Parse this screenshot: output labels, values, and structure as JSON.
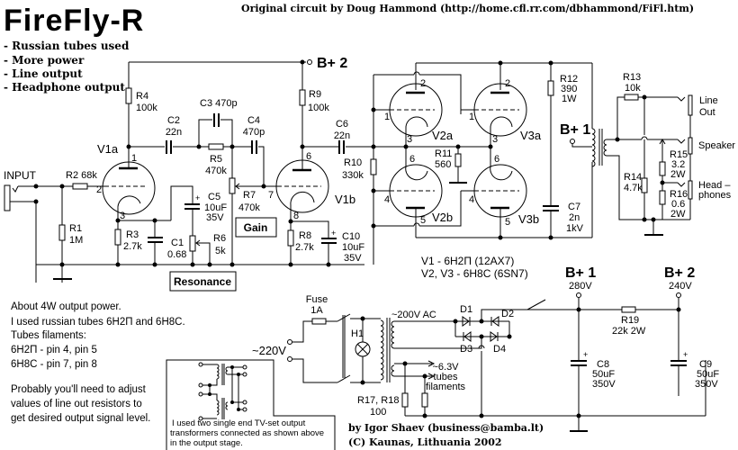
{
  "title": "FireFly-R",
  "original_credit": "Original circuit by Doug Hammond  (http://home.cfl.rr.com/dbhammond/FiFl.htm)",
  "features": [
    "- Russian tubes used",
    "- More power",
    "- Line output",
    "- Headphone output"
  ],
  "input_label": "INPUT",
  "tubes": {
    "v1a": "V1a",
    "v1b": "V1b",
    "v2a": "V2a",
    "v2b": "V2b",
    "v3a": "V3a",
    "v3b": "V3b"
  },
  "pins": {
    "v1a_plate": "1",
    "v1a_grid": "2",
    "v1a_cathode": "3",
    "v1b_plate": "6",
    "v1b_grid": "7",
    "v1b_cathode": "8",
    "v2a_plate": "2",
    "v2a_grid": "1",
    "v2a_cathode": "3",
    "v2b_cathode": "6",
    "v2b_grid": "4",
    "v2b_plate": "5",
    "v3a_plate": "2",
    "v3a_grid": "1",
    "v3a_cathode": "3",
    "v3b_cathode": "6",
    "v3b_grid": "4",
    "v3b_plate": "5"
  },
  "components": {
    "r1": [
      "R1",
      "1M"
    ],
    "r2": "R2 68k",
    "r3": [
      "R3",
      "2.7k"
    ],
    "r4": [
      "R4",
      "100k"
    ],
    "r5": [
      "R5",
      "470k"
    ],
    "r6": [
      "R6",
      "5k"
    ],
    "r7": [
      "R7",
      "470k"
    ],
    "r8": [
      "R8",
      "2.7k"
    ],
    "r9": [
      "R9",
      "100k"
    ],
    "r10": [
      "R10",
      "330k"
    ],
    "r11": [
      "R11",
      "560"
    ],
    "r12": [
      "R12",
      "390",
      "1W"
    ],
    "r13": [
      "R13",
      "10k"
    ],
    "r14": [
      "R14",
      "4.7k"
    ],
    "r15": [
      "R15",
      "3.2",
      "2W"
    ],
    "r16": [
      "R16",
      "0.6",
      "2W"
    ],
    "r17_r18": [
      "R17, R18",
      "100"
    ],
    "r19": [
      "R19",
      "22k  2W"
    ],
    "c1": [
      "C1",
      "0.68"
    ],
    "c2": [
      "C2",
      "22n"
    ],
    "c3": "C3 470p",
    "c4": [
      "C4",
      "470p"
    ],
    "c5": [
      "C5",
      "10uF",
      "35V"
    ],
    "c6": [
      "C6",
      "22n"
    ],
    "c7": [
      "C7",
      "2n",
      "1kV"
    ],
    "c8": [
      "C8",
      "50uF",
      "350V"
    ],
    "c9": [
      "C9",
      "50uF",
      "350V"
    ],
    "c10": [
      "C10",
      "10uF",
      "35V"
    ],
    "h1": "H1",
    "d1": "D1",
    "d2": "D2",
    "d3": "D3",
    "d4": "D4",
    "fuse": [
      "Fuse",
      "1A"
    ]
  },
  "controls": {
    "gain": "Gain",
    "resonance": "Resonance"
  },
  "supplies": {
    "b1": "B+ 1",
    "b2": "B+ 2",
    "b1_voltage": "280V",
    "b2_voltage": "240V",
    "mains": "~220V",
    "secondary_ac": "~200V AC",
    "filaments": [
      "~6.3V",
      "tubes",
      "filaments"
    ]
  },
  "outputs": {
    "line": [
      "Line",
      "Out"
    ],
    "speaker": "Speaker",
    "headphones": [
      "Head –",
      "phones"
    ]
  },
  "tube_types": [
    "V1 - 6H2П (12AX7)",
    "V2, V3 - 6H8C (6SN7)"
  ],
  "notes": [
    "About 4W output power.",
    "I used russian tubes 6H2П and 6H8C.",
    "Tubes filaments:",
    "6H2П - pin 4, pin 5",
    "6H8C - pin 7, pin 8"
  ],
  "notes2": [
    "Probably you'll need to adjust",
    "values of line out resistors to",
    "get desired output signal level."
  ],
  "transformer_note": [
    "I used two single end TV-set output",
    "transformers connected  as shown above",
    "in the output stage."
  ],
  "author_credit": [
    "by Igor Shaev (business@bamba.lt)",
    "(C) Kaunas, Lithuania  2002"
  ]
}
